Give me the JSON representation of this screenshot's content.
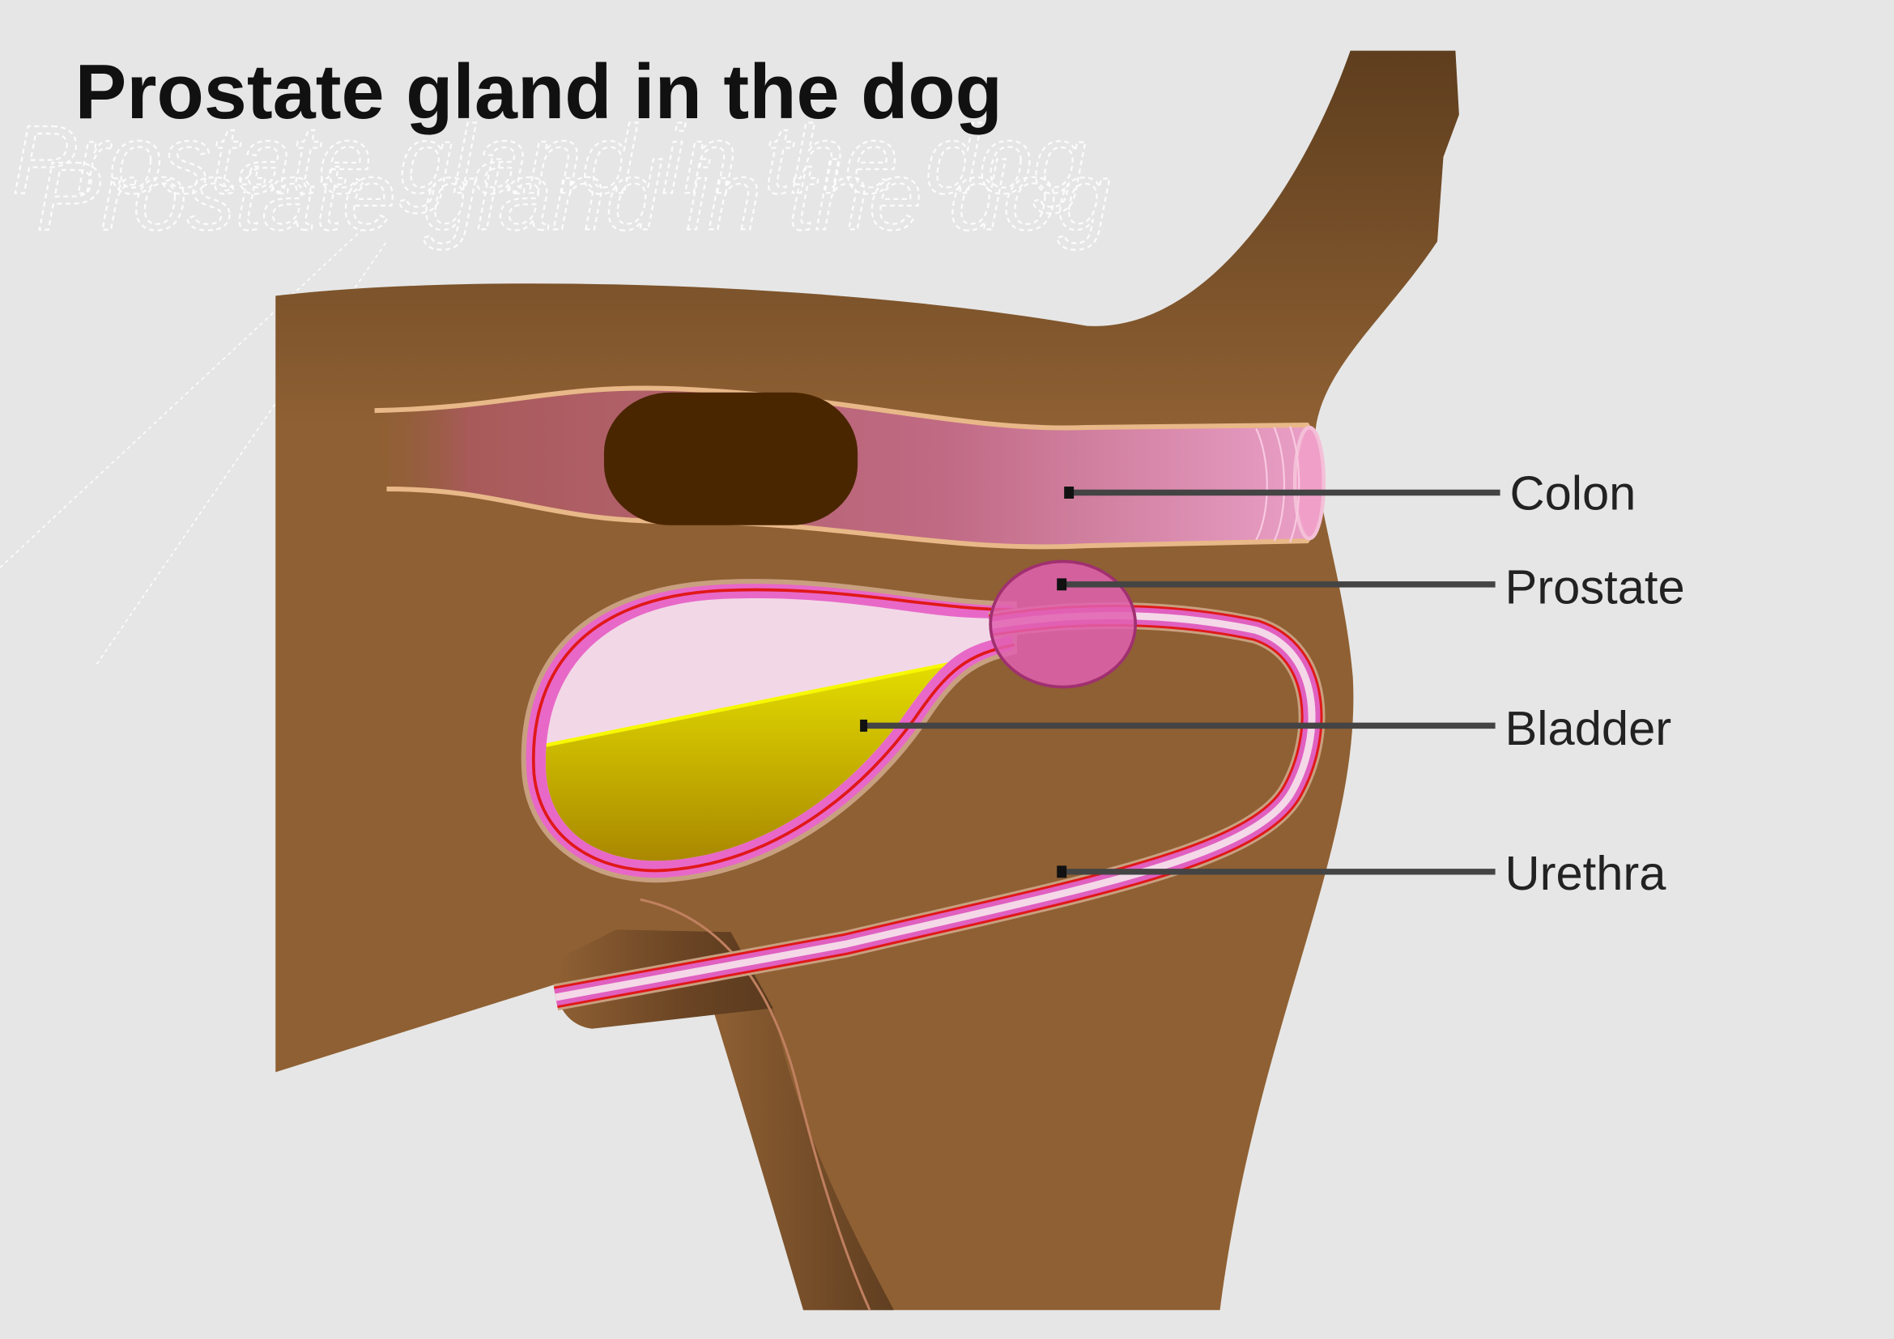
{
  "diagram": {
    "title": "Prostate gland in the dog",
    "labels": {
      "colon": "Colon",
      "prostate": "Prostate",
      "bladder": "Bladder",
      "urethra": "Urethra"
    }
  },
  "colors": {
    "background": "#e6e6e6",
    "body": "#8f6033",
    "colon": "#c0607a",
    "feces": "#4a2600",
    "prostate": "#e060b0",
    "urine": "#d8d000",
    "bladder_wall": "#e868c8"
  }
}
